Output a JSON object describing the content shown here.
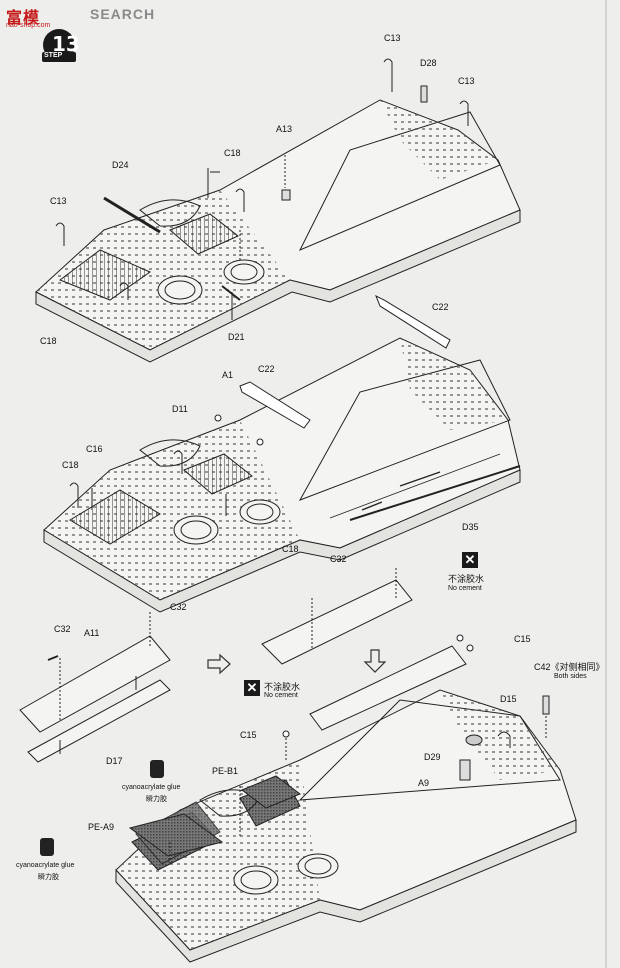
{
  "header": {
    "logo_text": "富模",
    "logo_sub": "nao-shop.com",
    "search_text": "SEARCH"
  },
  "step": {
    "number": "13",
    "word": "STEP"
  },
  "labels": {
    "c13_top": "C13",
    "d28": "D28",
    "c13_right": "C13",
    "a13": "A13",
    "c18_upper": "C18",
    "d24": "D24",
    "c13_left": "C13",
    "c18_left": "C18",
    "d21": "D21",
    "c22_top": "C22",
    "a1": "A1",
    "c22_mid": "C22",
    "d11": "D11",
    "c16": "C16",
    "c18_mid": "C18",
    "c18_bottom": "C18",
    "d35": "D35",
    "c32_mid": "C32",
    "c32_small": "C32",
    "c32_left": "C32",
    "a11": "A11",
    "d17": "D17",
    "c15_right": "C15",
    "c15_left": "C15",
    "c42": "C42《对侧相同》",
    "both_sides": "Both sides",
    "d15": "D15",
    "d29": "D29",
    "a9": "A9",
    "pe_b1": "PE-B1",
    "pe_a9": "PE-A9"
  },
  "notes": {
    "no_cement_cn_1": "不涂胶水",
    "no_cement_en_1": "No cement",
    "no_cement_cn_2": "不涂胶水",
    "no_cement_en_2": "No cement",
    "glue_en_1": "cyanoacrylate glue",
    "glue_cn_1": "瞬力胶",
    "glue_en_2": "cyanoacrylate glue",
    "glue_cn_2": "瞬力胶"
  },
  "icons": [
    "no-cement-icon",
    "glue-bottle-icon",
    "arrow-right-icon",
    "arrow-down-icon"
  ]
}
